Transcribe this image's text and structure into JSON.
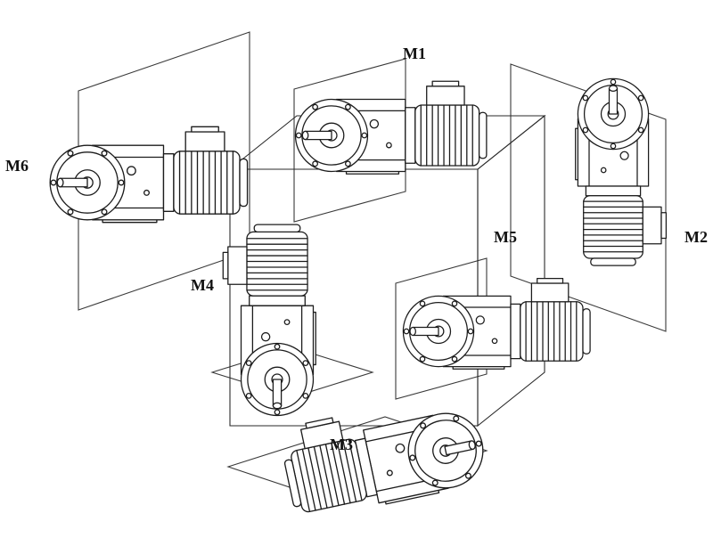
{
  "figure": {
    "labels": {
      "m1": "M1",
      "m2": "M2",
      "m3": "M3",
      "m4": "M4",
      "m5": "M5",
      "m6": "M6"
    },
    "colors": {
      "line": "#1c1c1c",
      "construction_line": "#3a3a3a",
      "background": "#ffffff"
    }
  }
}
